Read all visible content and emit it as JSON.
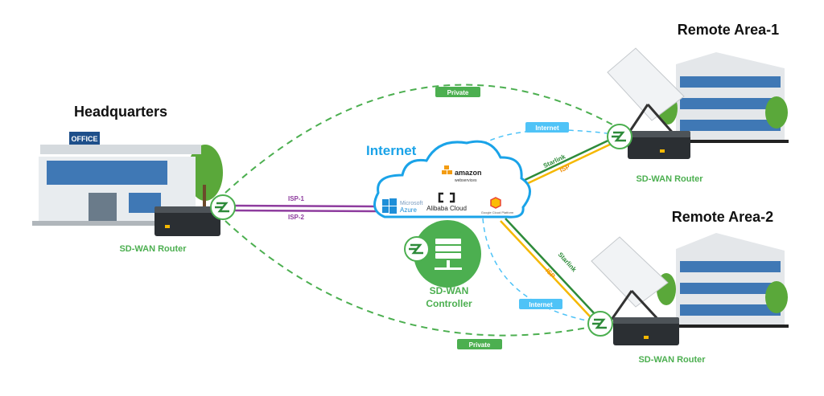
{
  "sites": {
    "headquarters": {
      "title": "Headquarters",
      "router_label": "SD-WAN Router",
      "sign": "OFFICE"
    },
    "remote1": {
      "title": "Remote Area-1",
      "router_label": "SD-WAN Router"
    },
    "remote2": {
      "title": "Remote Area-2",
      "router_label": "SD-WAN Router"
    }
  },
  "cloud": {
    "title": "Internet",
    "providers": {
      "aws_line1": "amazon",
      "aws_line2": "webservices",
      "azure_line1": "Microsoft",
      "azure_line2": "Azure",
      "alibaba": "Alibaba Cloud",
      "google": "Google Cloud Platform"
    }
  },
  "controller": {
    "line1": "SD-WAN",
    "line2": "Controller"
  },
  "links": {
    "isp1": "ISP-1",
    "isp2": "ISP-2",
    "private_top": "Private",
    "private_bottom": "Private",
    "internet_top": "Internet",
    "internet_bottom": "Internet",
    "starlink_top": "Starlink",
    "isp_top": "ISP",
    "starlink_bottom": "Starlink",
    "isp_bottom": "ISP"
  },
  "colors": {
    "green": "#4caf50",
    "dark_green": "#2e8b3a",
    "cyan": "#4fc3f7",
    "internet_blue": "#1aa3e8",
    "purple": "#8e3c9e",
    "yellow": "#f5b800",
    "orange": "#f08c00"
  }
}
